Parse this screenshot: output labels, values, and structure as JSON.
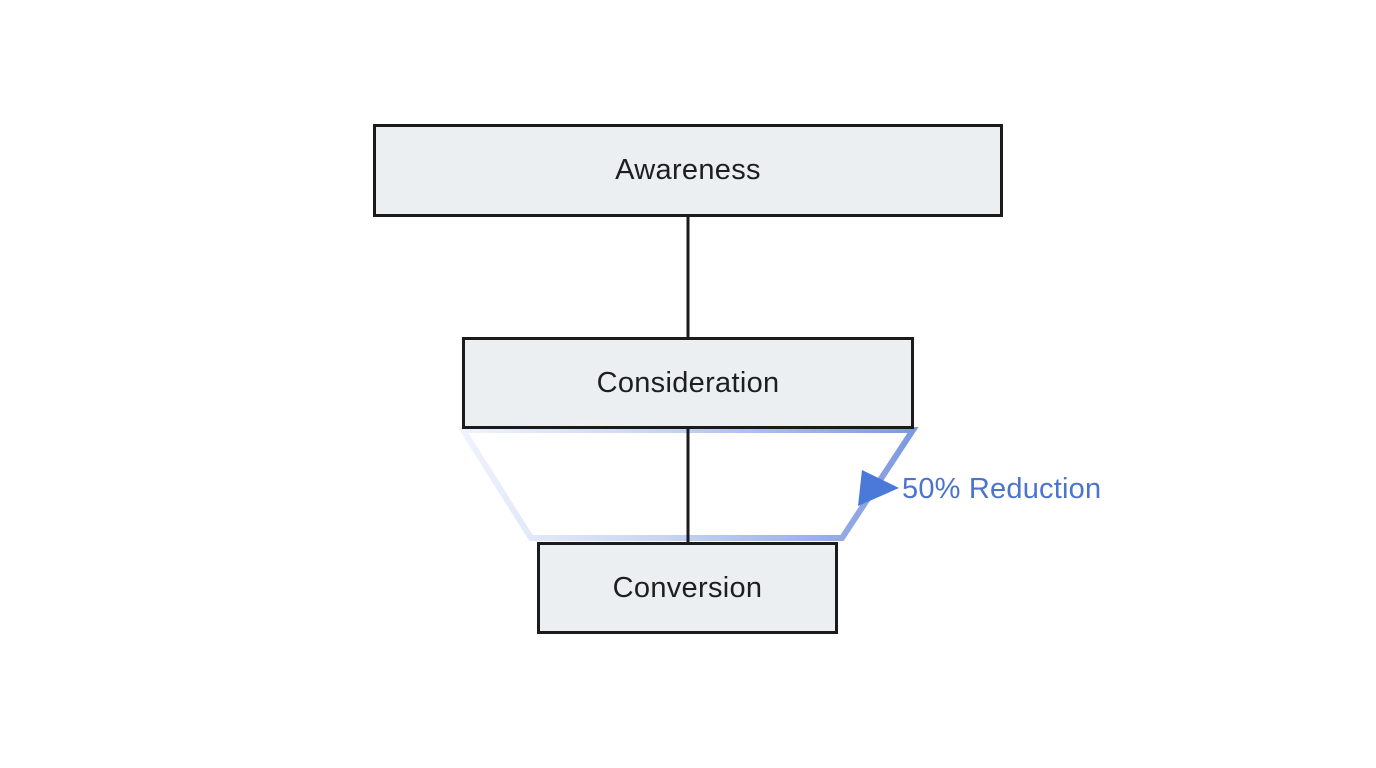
{
  "diagram": {
    "type": "funnel-flowchart",
    "nodes": [
      {
        "id": "awareness",
        "label": "Awareness"
      },
      {
        "id": "consideration",
        "label": "Consideration"
      },
      {
        "id": "conversion",
        "label": "Conversion"
      }
    ],
    "edges": [
      {
        "from": "awareness",
        "to": "consideration"
      },
      {
        "from": "consideration",
        "to": "conversion"
      }
    ],
    "annotation": {
      "label": "50% Reduction",
      "color": "#4a74ce",
      "arrow_color": "#4b79d9"
    },
    "colors": {
      "background": "#ffffff",
      "box_fill": "#ebeff2",
      "box_border": "#1b1b1b",
      "connector": "#1b1b1b",
      "funnel_gradient_start": "#eff3fc",
      "funnel_gradient_mid": "#c7d4f2",
      "funnel_gradient_end": "#7e99e0"
    }
  }
}
